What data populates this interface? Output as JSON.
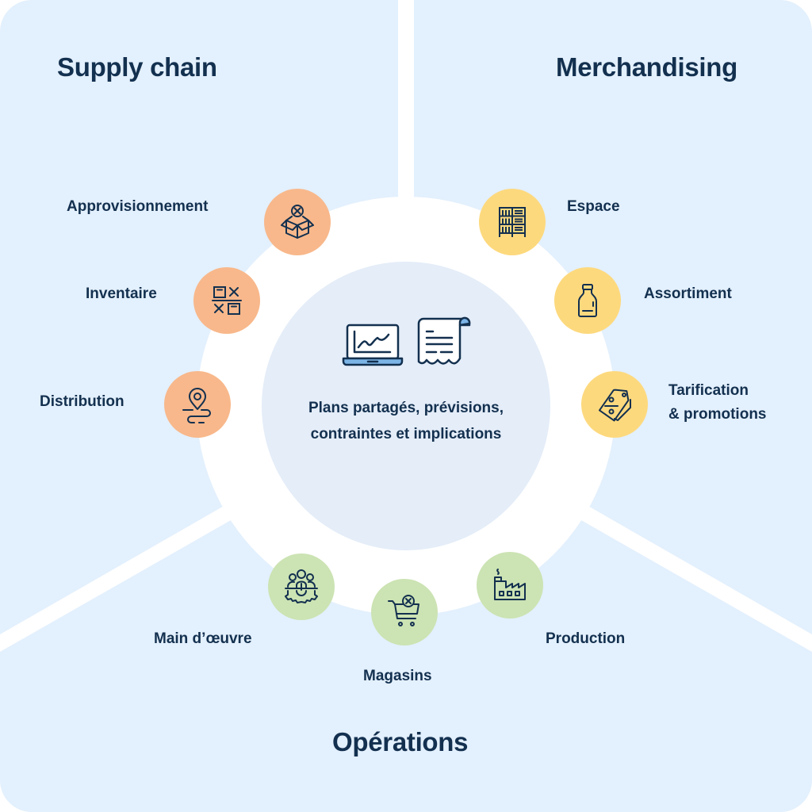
{
  "colors": {
    "background": "#e3f0fd",
    "ring": "#ffffff",
    "center": "#e4edf8",
    "text": "#13304f",
    "supply_chain": "#f8b88b",
    "merchandising": "#fdd97e",
    "operations": "#cce3b3",
    "icon_accent": "#7cb4e6"
  },
  "sections": {
    "supply_chain": {
      "title": "Supply chain",
      "items": [
        {
          "label": "Approvisionnement",
          "icon": "open-box-x-icon"
        },
        {
          "label": "Inventaire",
          "icon": "inventory-boxes-icon"
        },
        {
          "label": "Distribution",
          "icon": "map-pin-route-icon"
        }
      ]
    },
    "merchandising": {
      "title": "Merchandising",
      "items": [
        {
          "label": "Espace",
          "icon": "shelving-icon"
        },
        {
          "label": "Assortiment",
          "icon": "bottle-icon"
        },
        {
          "label_line1": "Tarification",
          "label_line2": "& promotions",
          "icon": "price-tag-percent-icon"
        }
      ]
    },
    "operations": {
      "title": "Opérations",
      "items": [
        {
          "label": "Main d’œuvre",
          "icon": "workforce-gear-icon"
        },
        {
          "label": "Magasins",
          "icon": "shopping-cart-x-icon"
        },
        {
          "label": "Production",
          "icon": "factory-icon"
        }
      ]
    }
  },
  "center": {
    "line1": "Plans partagés, prévisions,",
    "line2": "contraintes et implications",
    "icons": [
      "laptop-chart-icon",
      "receipt-icon"
    ]
  }
}
